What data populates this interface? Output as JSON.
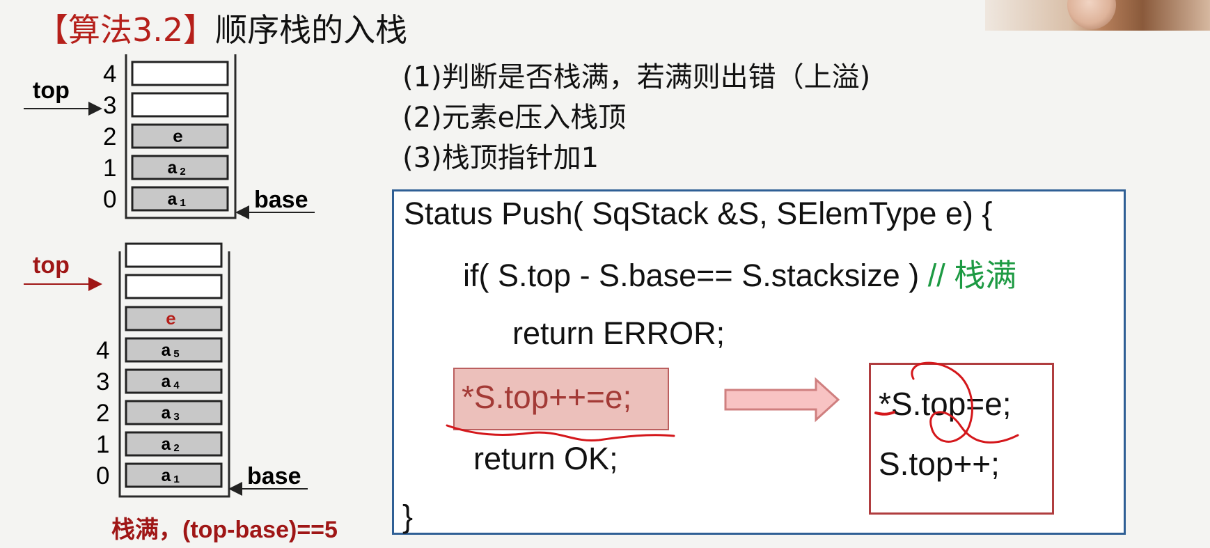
{
  "title": {
    "bracket": "【算法3.2】",
    "main": "顺序栈的入栈"
  },
  "steps": [
    "(1)判断是否栈满，若满则出错（上溢)",
    "(2)元素e压入栈顶",
    "(3)栈顶指针加1"
  ],
  "code": {
    "signature": "Status Push( SqStack &S, SElemType e) {",
    "if_code": "if( S.top - S.base== S.stacksize )",
    "if_comment": "// 栈满",
    "error_line": "return ERROR;",
    "highlight_line": "*S.top++=e;",
    "ok_line": "return OK;",
    "closing_brace": "}"
  },
  "result": {
    "line1": "*S.top=e;",
    "line2": "S.top++;"
  },
  "top_stack": {
    "top_label": "top",
    "base_label": "base",
    "index_labels": [
      "4",
      "3",
      "2",
      "1",
      "0"
    ],
    "cell_labels": [
      "e",
      "a₂",
      "a₁"
    ]
  },
  "bottom_stack": {
    "top_label": "top",
    "base_label": "base",
    "index_labels": [
      "4",
      "3",
      "2",
      "1",
      "0"
    ],
    "cell_labels": [
      "e",
      "a₅",
      "a₄",
      "a₃",
      "a₂",
      "a₁"
    ],
    "note": "栈满，(top-base)==5"
  },
  "colors": {
    "title_red": "#b51f1a",
    "comment_green": "#1d9a43",
    "code_border": "#2f5f95",
    "result_border": "#b03d3f",
    "annotation_red": "#d4171b"
  }
}
